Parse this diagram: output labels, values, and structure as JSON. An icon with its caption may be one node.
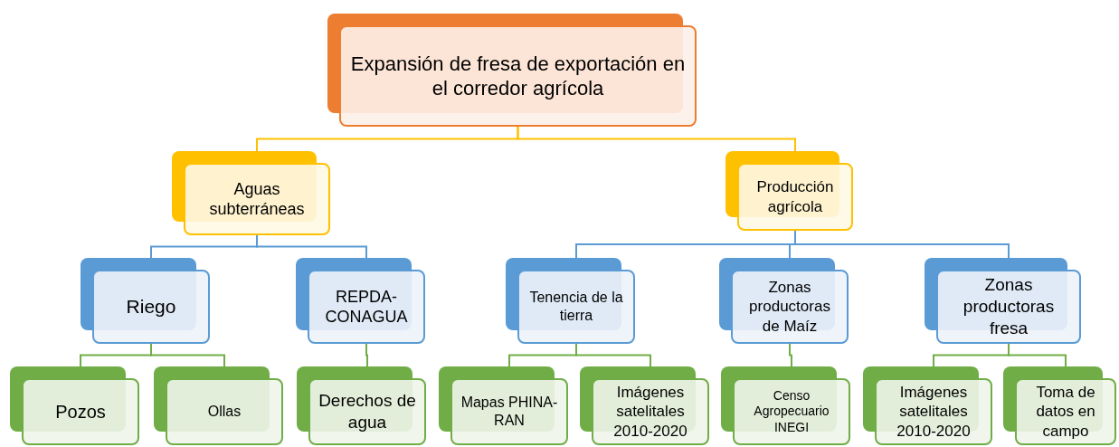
{
  "diagram": {
    "nodes": [
      {
        "text": [
          "Expansión de fresa de exportación en el corredor agrícola"
        ]
      },
      {
        "text": [
          "Aguas subterráneas"
        ]
      },
      {
        "text": [
          "Producción agrícola"
        ]
      },
      {
        "text": [
          "Riego"
        ]
      },
      {
        "text": [
          "REPDA-CONAGUA"
        ]
      },
      {
        "text": [
          "Tenencia de la tierra"
        ]
      },
      {
        "text": [
          "Zonas productoras de Maíz"
        ]
      },
      {
        "text": [
          "Zonas productoras fresa"
        ]
      },
      {
        "text": [
          "Pozos"
        ]
      },
      {
        "text": [
          "Ollas"
        ]
      },
      {
        "text": [
          "Derechos de agua"
        ]
      },
      {
        "text": [
          "Mapas PHINA-RAN"
        ]
      },
      {
        "text": [
          "Imágenes satelitales 2010-2020"
        ]
      },
      {
        "text": [
          "Censo Agropecuario INEGI"
        ]
      },
      {
        "text": [
          "Imágenes satelitales 2010-2020"
        ]
      },
      {
        "text": [
          "Toma de datos en campo"
        ]
      }
    ],
    "edges": [
      {
        "from": 0,
        "to": 1,
        "arrow": "none",
        "color": "#ffc000"
      },
      {
        "from": 0,
        "to": 2,
        "arrow": "none",
        "color": "#ffc000"
      },
      {
        "from": 1,
        "to": 3,
        "arrow": "none",
        "color": "#5b9bd5"
      },
      {
        "from": 1,
        "to": 4,
        "arrow": "none",
        "color": "#5b9bd5"
      },
      {
        "from": 2,
        "to": 5,
        "arrow": "none",
        "color": "#5b9bd5"
      },
      {
        "from": 2,
        "to": 6,
        "arrow": "none",
        "color": "#5b9bd5"
      },
      {
        "from": 2,
        "to": 7,
        "arrow": "none",
        "color": "#5b9bd5"
      },
      {
        "from": 3,
        "to": 8,
        "arrow": "none"
      },
      {
        "from": 3,
        "to": 9,
        "arrow": "none"
      },
      {
        "from": 4,
        "to": 10,
        "arrow": "none"
      },
      {
        "from": 5,
        "to": 11,
        "arrow": "none"
      },
      {
        "from": 5,
        "to": 12,
        "arrow": "none"
      },
      {
        "from": 6,
        "to": 13,
        "arrow": "none"
      },
      {
        "from": 7,
        "to": 14,
        "arrow": "none"
      },
      {
        "from": 7,
        "to": 15,
        "arrow": "none"
      }
    ]
  }
}
